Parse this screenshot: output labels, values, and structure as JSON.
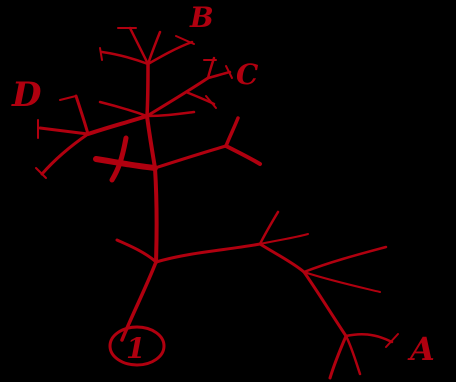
{
  "colors": {
    "background": "#000000",
    "ink": "#b0000f"
  },
  "labels": {
    "a": "A",
    "b": "B",
    "c": "C",
    "d": "D",
    "one": "1"
  }
}
